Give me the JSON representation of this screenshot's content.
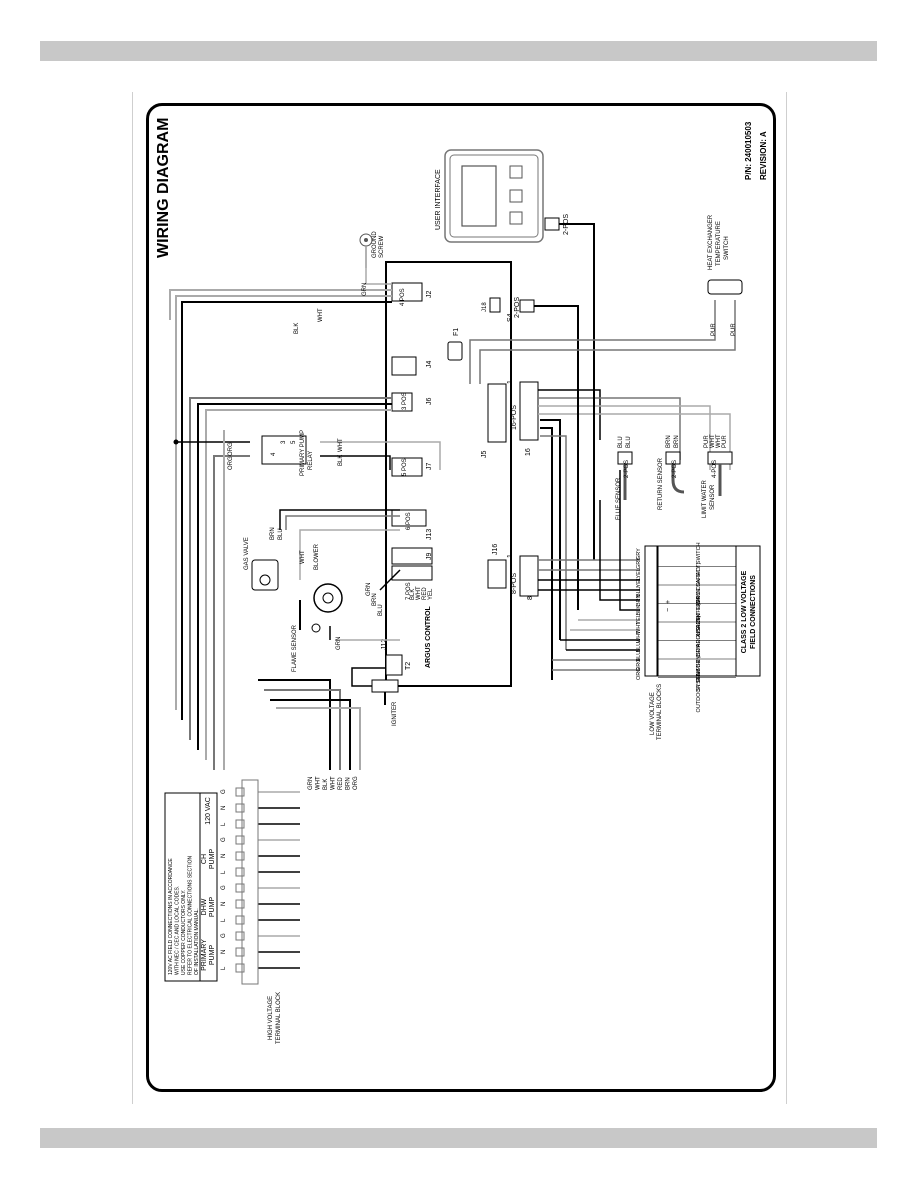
{
  "header": {
    "bar_color": "#c8c8c8"
  },
  "footer": {
    "bar_color": "#c8c8c8"
  },
  "diagram": {
    "title": "WIRING DIAGRAM",
    "part_number": "P/N: 240010503",
    "revision": "REVISION: A",
    "notice": [
      "120V AC FIELD CONNECTIONS IN ACCORDANCE",
      "WITH NEC / CEC AND LOCAL CODES.",
      "USE COPPER CONDUCTORS ONLY.",
      "REFER TO ELECTRICAL CONNECTIONS SECTION",
      "OF INSTALLATION MANUAL."
    ],
    "hv_groups": [
      "PRIMARY PUMP",
      "DHW PUMP",
      "CH PUMP",
      "120 VAC"
    ],
    "hv_terms": [
      "L",
      "N",
      "G"
    ],
    "hv_block_label": [
      "HIGH VOLTAGE",
      "TERMINAL BLOCK"
    ],
    "hv_wire_labels": [
      "GRN",
      "WHT",
      "BLK",
      "WHT",
      "RED",
      "BRN",
      "ORG"
    ],
    "components": {
      "user_interface": "USER INTERFACE",
      "ground_screw": [
        "GROUND",
        "SCREW"
      ],
      "heat_exchanger_switch": [
        "HEAT EXCHANGER",
        "TEMPERATURE",
        "SWITCH"
      ],
      "primary_pump_relay": [
        "PRIMARY PUMP",
        "RELAY"
      ],
      "gas_valve": "GAS VALVE",
      "blower": "BLOWER",
      "flame_sensor": "FLAME SENSOR",
      "igniter": "IGNITER",
      "argus_control": "ARGUS CONTROL",
      "flue_sensor": "FLUE SENSOR",
      "return_sensor": "RETURN SENSOR",
      "limit_water_sensor": [
        "LIMIT WATER",
        "SENSOR"
      ],
      "lv_blocks": [
        "LOW VOLTAGE",
        "TERMINAL BLOCKS"
      ]
    },
    "board_labels": {
      "J2": "J2",
      "pos4": "4 POS",
      "J18": "J18",
      "S4": "S4",
      "F1": "F1",
      "J4": "J4",
      "J6": "J6",
      "pos3": "3 POS",
      "J7": "J7",
      "pos5": "5 POS",
      "J13": "J13",
      "pos6": "6 POS",
      "J9": "J9",
      "pos7": "7 POS",
      "J16": "J16",
      "J5": "J5",
      "J12": "J12",
      "T2": "T2",
      "pos16": "16-POS",
      "pos8": "8-POS",
      "pos2a": "2-POS",
      "pos2b": "2-POS",
      "n16": "16",
      "n1a": "1",
      "n1b": "1",
      "n8": "8",
      "pos2flue": "2-POS",
      "pos2ret": "2-POS",
      "pos4lim": "4-POS",
      "relay_3": "3",
      "relay_4": "4",
      "relay_5": "5"
    },
    "wire_labels": {
      "grn_top": "GRN",
      "wht_top": "WHT",
      "blk_top": "BLK",
      "org1": "ORG",
      "org2": "ORG",
      "wht_relay": "WHT",
      "blk_relay": "BLK",
      "brn_gv": "BRN",
      "blu_gv": "BLU",
      "wht_fs": "WHT",
      "grn_bl": "GRN",
      "brn_bl": "BRN",
      "blu_bl": "BLU",
      "grn_ign": "GRN",
      "flue_blu1": "BLU",
      "flue_blu2": "BLU",
      "ret_brn1": "BRN",
      "ret_brn2": "BRN",
      "pur1": "PUR",
      "pur2": "PUR",
      "lim_pur": "PUR",
      "lim_wht1": "WHT",
      "lim_wht2": "WHT",
      "lim_pur2": "PUR",
      "hx_pur": "PUR",
      "blk_j16": "BLK",
      "wht_j16": "WHT",
      "red_j16": "RED",
      "yel_j16": "YEL"
    },
    "field_title": [
      "CLASS 2 LOW VOLTAGE",
      "FIELD CONNECTIONS"
    ],
    "field_rows": [
      {
        "name": "LWCO / SAFETY SWITCH",
        "wires": [
          "GRY",
          "GRY"
        ]
      },
      {
        "name": "CH T-T (DRY CONTACT)",
        "wires": [
          "YEL",
          "YEL"
        ]
      },
      {
        "name": "USER INTERFACE",
        "wires": [
          "BLU",
          "BRN"
        ]
      },
      {
        "name": "ARGUS LINK",
        "wires": [
          "BLK",
          "YEL"
        ]
      },
      {
        "name": "DHW T-T (DRY CONTACT)",
        "wires": [
          "WHT",
          "WHT"
        ]
      },
      {
        "name": "SYSTEM SENSOR",
        "wires": [
          "BLU",
          "BLU"
        ]
      },
      {
        "name": "OUTDOOR SENSOR",
        "wires": [
          "ORG",
          "ORG"
        ]
      }
    ],
    "argus_signs": [
      "+",
      "−"
    ]
  }
}
